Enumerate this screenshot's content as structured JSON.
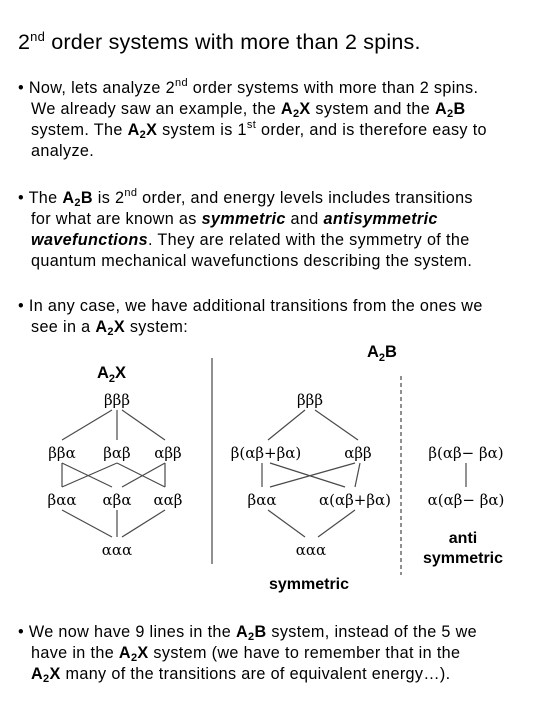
{
  "title": {
    "pre": "2",
    "sup": "nd",
    "post": " order systems with more than 2 spins."
  },
  "bullets": {
    "b1": {
      "l1_pre": "• Now, lets analyze 2",
      "l1_sup": "nd",
      "l1_post": " order systems with more than 2 spins.",
      "l2_a": "We already saw an example, the ",
      "l2_b": "A",
      "l2_bsub": "2",
      "l2_c": "X",
      "l2_d": " system and the ",
      "l2_e": "A",
      "l2_esub": "2",
      "l2_f": "B",
      "l3_a": "system. The ",
      "l3_b": "A",
      "l3_bsub": "2",
      "l3_c": "X",
      "l3_d": " system is 1",
      "l3_sup": "st",
      "l3_e": " order, and is therefore easy to",
      "l4": "analyze."
    },
    "b2": {
      "l1_a": "• The ",
      "l1_b": "A",
      "l1_bsub": "2",
      "l1_c": "B",
      "l1_d": " is 2",
      "l1_sup": "nd",
      "l1_e": " order, and energy levels includes transitions",
      "l2_a": "for what are known as ",
      "l2_b": "symmetric",
      "l2_c": " and ",
      "l2_d": "antisymmetric",
      "l3_a": "wavefunctions",
      "l3_b": ". They are related with the symmetry of the",
      "l4": "quantum mechanical wavefunctions describing the system."
    },
    "b3": {
      "l1": "• In any case, we have additional transitions from the ones we",
      "l2_a": "see in a ",
      "l2_b": "A",
      "l2_bsub": "2",
      "l2_c": "X",
      "l2_d": " system:"
    },
    "b4": {
      "l1_a": "• We now have 9 lines in the ",
      "l1_b": "A",
      "l1_bsub": "2",
      "l1_c": "B",
      "l1_d": " system, instead of the 5 we",
      "l2_a": "have in the ",
      "l2_b": "A",
      "l2_bsub": "2",
      "l2_c": "X",
      "l2_d": " system (we have to remember that in the",
      "l3_a": "A",
      "l3_asub": "2",
      "l3_b": "X",
      "l3_c": " many of the transitions are of equivalent energy…)."
    }
  },
  "diagram": {
    "a2x_label": {
      "main": "A",
      "sub": "2",
      "tail": "X"
    },
    "a2b_label": {
      "main": "A",
      "sub": "2",
      "tail": "B"
    },
    "a2x_levels": {
      "top": "βββ",
      "r2": [
        "ββα",
        "βαβ",
        "αββ"
      ],
      "r3": [
        "βαα",
        "αβα",
        "ααβ"
      ],
      "bottom": "ααα"
    },
    "a2b_levels": {
      "top": "βββ",
      "r2": [
        "β(αβ+βα)",
        "αββ"
      ],
      "r3": [
        "βαα",
        "α(αβ+βα)"
      ],
      "bottom": "ααα"
    },
    "anti_levels": [
      "β(αβ− βα)",
      "α(αβ− βα)"
    ],
    "symmetric_label": "symmetric",
    "anti_label": {
      "l1": "anti",
      "l2": "symmetric"
    },
    "line_color": "#4a4a4a"
  }
}
